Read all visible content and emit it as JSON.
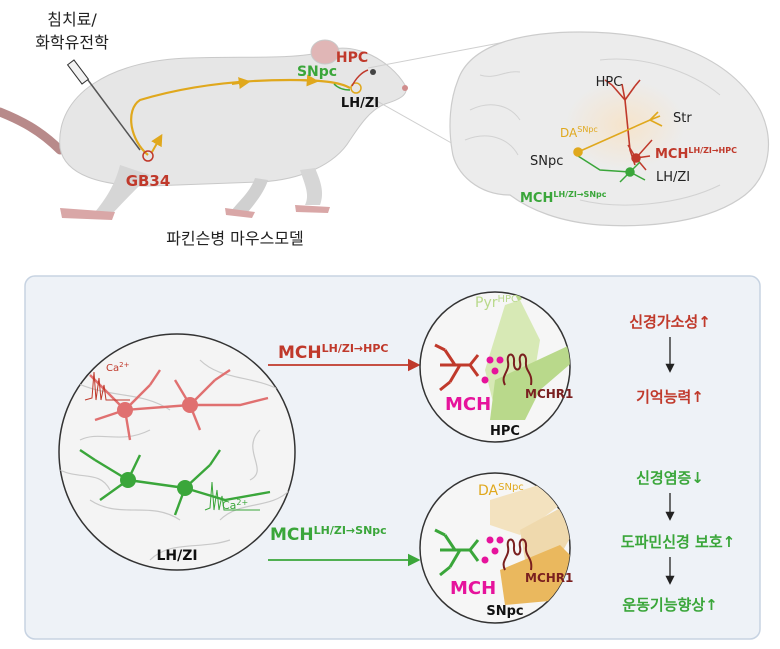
{
  "colors": {
    "red": "#c0392b",
    "green": "#3aa63a",
    "magenta": "#e6139c",
    "dark_red": "#7a1f1f",
    "yellow": "#e0a81d",
    "panel_bg": "#eef2f7",
    "panel_border": "#c7d3e2",
    "mouse_body": "#e6e6e6",
    "tail": "#b88a8a"
  },
  "top": {
    "treatment_label_line1": "침치료/",
    "treatment_label_line2": "화학유전학",
    "acupoint_label": "GB34",
    "snpc_label": "SNpc",
    "hpc_label": "HPC",
    "lhzi_label": "LH/ZI",
    "model_label": "파킨슨병 마우스모델"
  },
  "brain": {
    "hpc_label": "HPC",
    "str_label": "Str",
    "da_label": "DA",
    "da_sup": "SNpc",
    "snpc_label": "SNpc",
    "lhzi_label": "LH/ZI",
    "mch_hpc_main": "MCH",
    "mch_hpc_sup": "LH/ZI→HPC",
    "mch_snpc_main": "MCH",
    "mch_snpc_sup": "LH/ZI→SNpc"
  },
  "panel": {
    "ca_label_1": "Ca",
    "ca_sup_1": "2+",
    "ca_label_2": "Ca",
    "ca_sup_2": "2+",
    "lhzi_label": "LH/ZI",
    "arrow_hpc_main": "MCH",
    "arrow_hpc_sup": "LH/ZI→HPC",
    "arrow_snpc_main": "MCH",
    "arrow_snpc_sup": "LH/ZI→SNpc",
    "hpc_circle": {
      "pyr_main": "Pyr",
      "pyr_sup": "HPC",
      "mch_label": "MCH",
      "receptor_label": "MCHR1",
      "region_label": "HPC"
    },
    "snpc_circle": {
      "da_main": "DA",
      "da_sup": "SNpc",
      "mch_label": "MCH",
      "receptor_label": "MCHR1",
      "region_label": "SNpc"
    },
    "outcomes_hpc": [
      "신경가소성↑",
      "기억능력↑"
    ],
    "outcomes_snpc": [
      "신경염증↓",
      "도파민신경 보호↑",
      "운동기능향상↑"
    ]
  }
}
